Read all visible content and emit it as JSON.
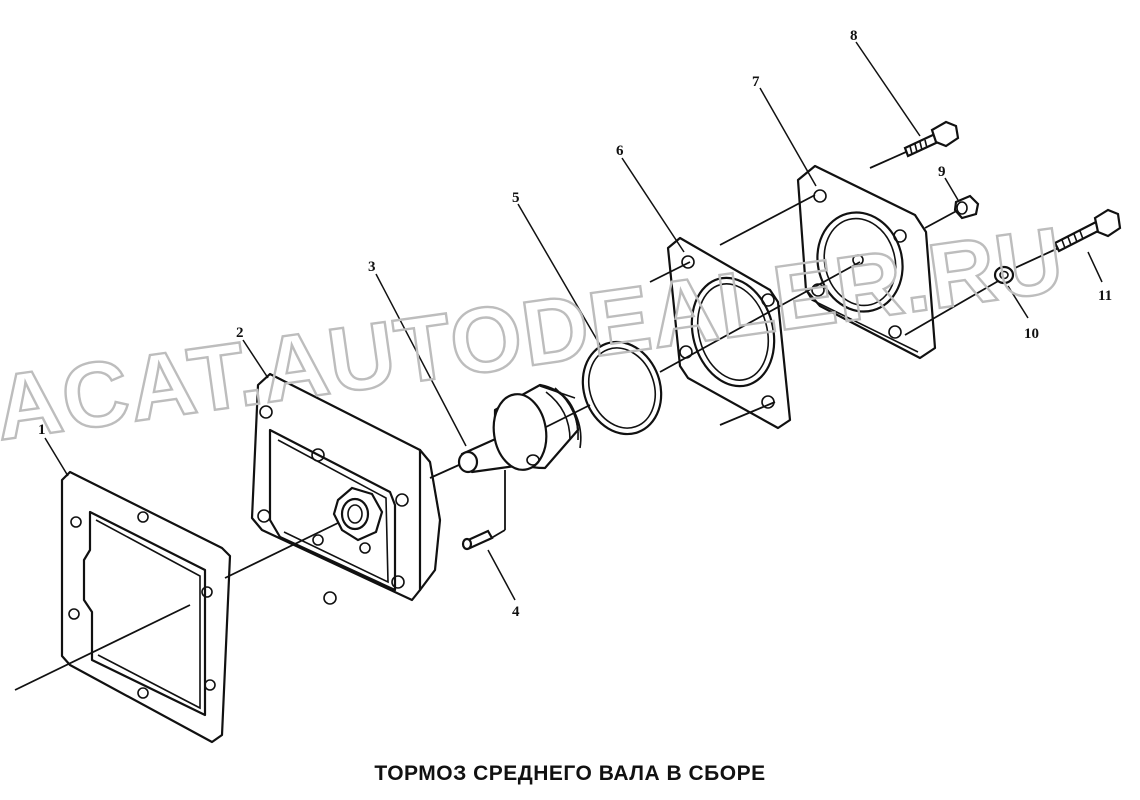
{
  "title": "ТОРМОЗ СРЕДНЕГО ВАЛА В СБОРЕ",
  "watermark": "ACAT.AUTODEALER.RU",
  "callouts": [
    "1",
    "2",
    "3",
    "4",
    "5",
    "6",
    "7",
    "8",
    "9",
    "10",
    "11"
  ]
}
